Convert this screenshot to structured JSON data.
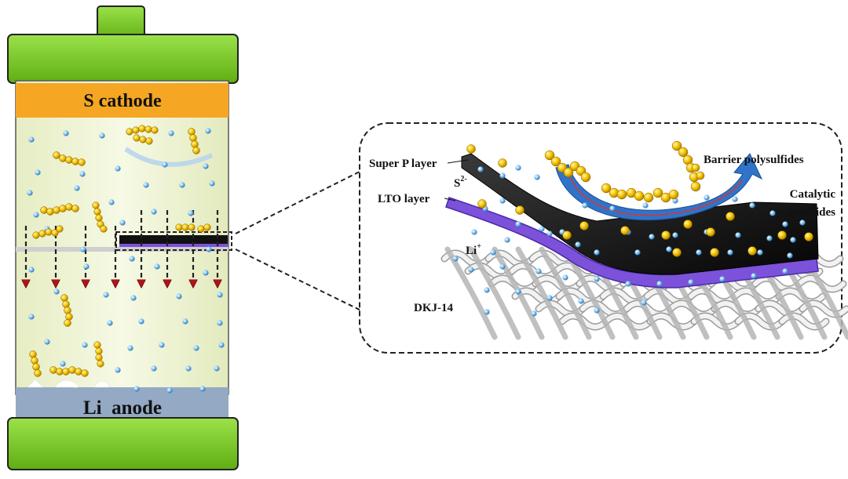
{
  "battery": {
    "cathode_label": "S cathode",
    "anode_label": "Li  anode"
  },
  "zoom": {
    "super_p_label": "Super P layer",
    "lto_label": "LTO layer",
    "sulfide_ion": "S",
    "sulfide_charge": "2-",
    "lithium_ion": "Li",
    "lithium_charge": "+",
    "separator_label": "DKJ-14",
    "barrier_label": "Barrier polysulfides",
    "catalytic_label_line1": "Catalytic",
    "catalytic_label_line2": "polysulfides"
  },
  "colors": {
    "cap": "#7ed321",
    "cathode": "#f5a623",
    "electrolyte": "#f2f6d8",
    "anode": "#93a9c4",
    "li_ion": "#5aa7e0",
    "sulfur": "#f2c300",
    "arrow": "#b3121a",
    "lto": "#7b52d9",
    "super_p": "#111111",
    "barrier_arrow": "#2f74c8"
  }
}
